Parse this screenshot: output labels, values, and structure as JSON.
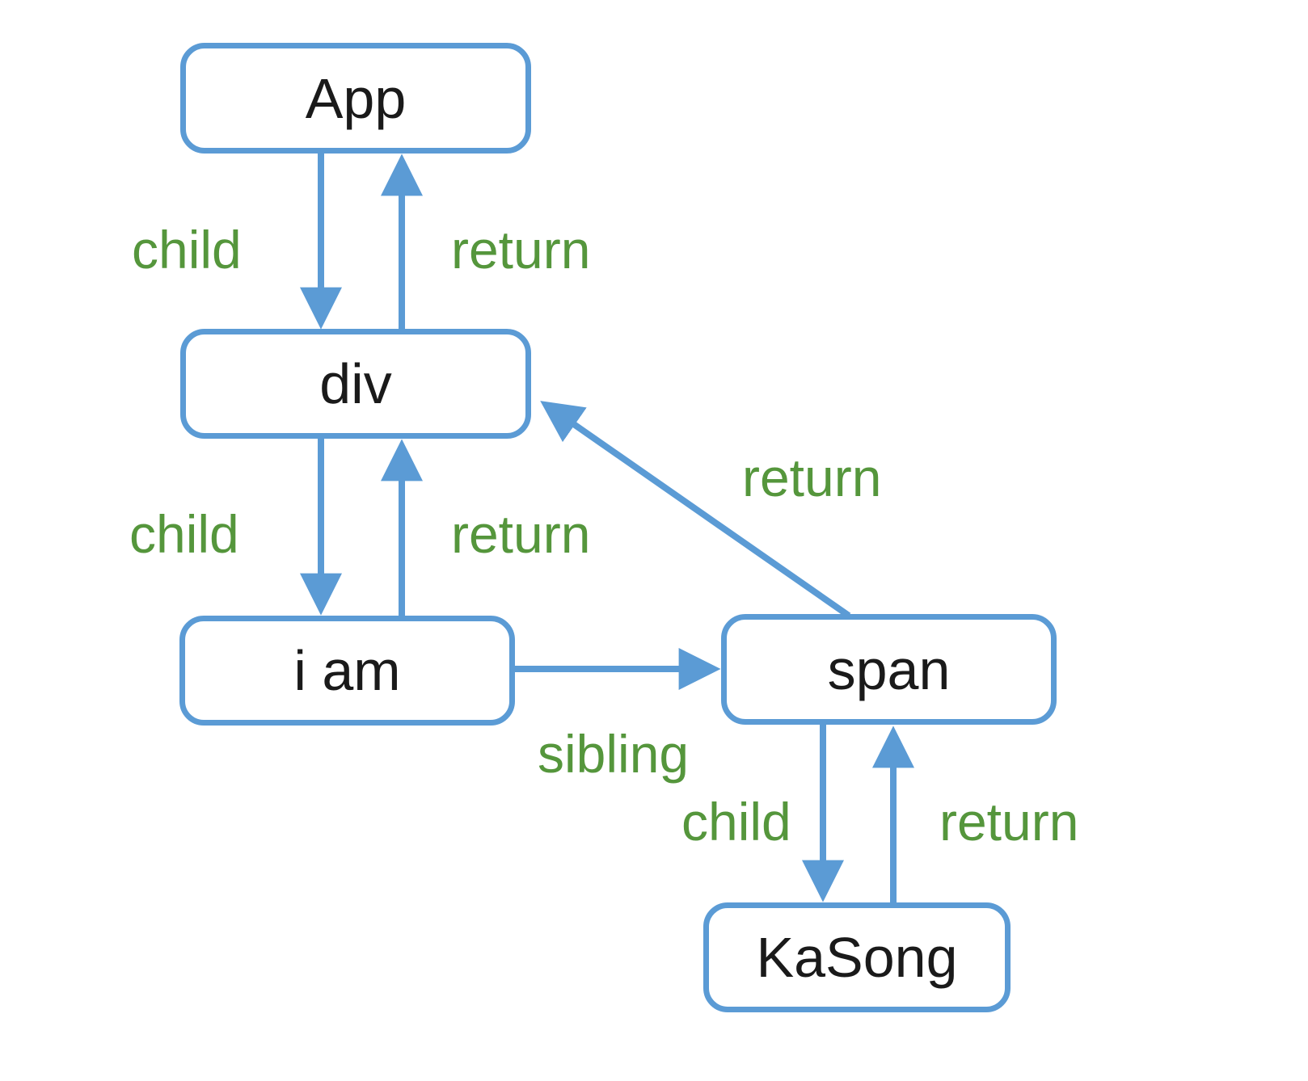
{
  "diagram": {
    "nodes": {
      "app": {
        "label": "App"
      },
      "div": {
        "label": "div"
      },
      "iam": {
        "label": "i am"
      },
      "span": {
        "label": "span"
      },
      "kasong": {
        "label": "KaSong"
      }
    },
    "edges": [
      {
        "from": "App",
        "to": "div",
        "label": "child"
      },
      {
        "from": "div",
        "to": "App",
        "label": "return"
      },
      {
        "from": "div",
        "to": "i am",
        "label": "child"
      },
      {
        "from": "i am",
        "to": "div",
        "label": "return"
      },
      {
        "from": "i am",
        "to": "span",
        "label": "sibling"
      },
      {
        "from": "span",
        "to": "div",
        "label": "return"
      },
      {
        "from": "span",
        "to": "KaSong",
        "label": "child"
      },
      {
        "from": "KaSong",
        "to": "span",
        "label": "return"
      }
    ],
    "colors": {
      "background": "#ffffff",
      "node_border": "#5b9bd5",
      "node_text": "#1a1a1a",
      "arrow": "#5b9bd5",
      "edge_label_text": "#55963c"
    }
  }
}
